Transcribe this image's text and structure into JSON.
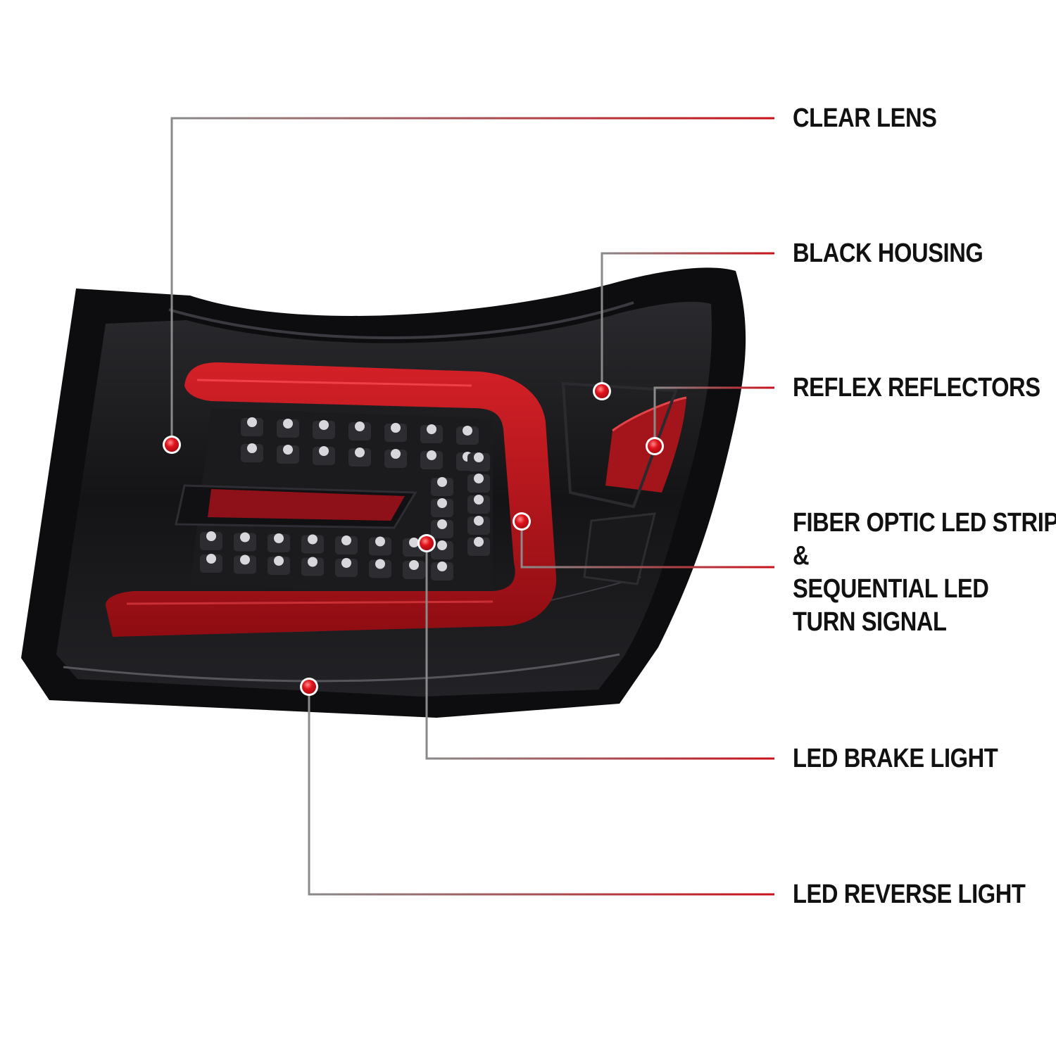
{
  "callouts": [
    {
      "id": "clear-lens",
      "label": "CLEAR LENS"
    },
    {
      "id": "black-housing",
      "label": "BLACK HOUSING"
    },
    {
      "id": "reflex-reflectors",
      "label": "REFLEX REFLECTORS"
    },
    {
      "id": "fiber-optic",
      "lines": [
        "FIBER OPTIC LED STRIP",
        "&",
        "SEQUENTIAL LED",
        "TURN SIGNAL"
      ]
    },
    {
      "id": "brake-light",
      "label": "LED BRAKE LIGHT"
    },
    {
      "id": "reverse-light",
      "label": "LED REVERSE LIGHT"
    }
  ],
  "colors": {
    "leader_gray": "#8a8a8a",
    "leader_red": "#c8121b",
    "dot_red": "#e0131c",
    "housing_black": "#0d0d0f",
    "fiber_red": "#c2161c"
  },
  "product_image": "led-tail-light-black-housing-icon"
}
